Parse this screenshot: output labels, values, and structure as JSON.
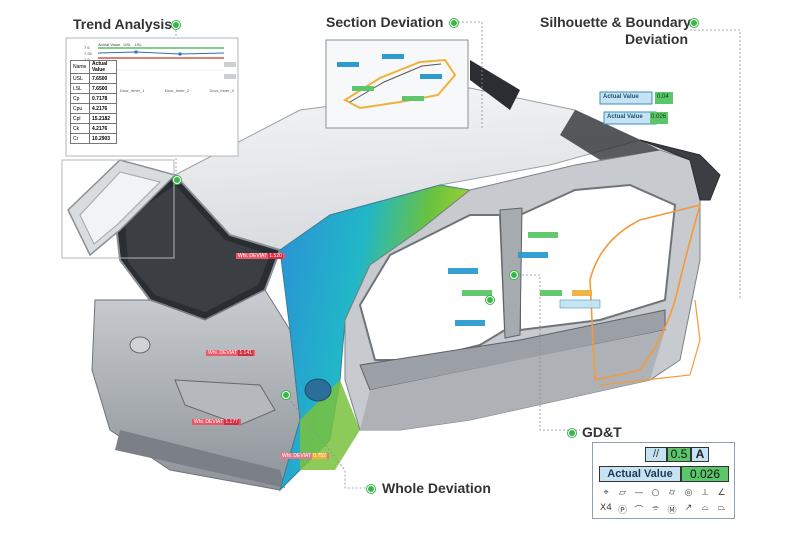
{
  "titles": {
    "trend": "Trend Analysis",
    "section": "Section Deviation",
    "silhouette_line1": "Silhouette & Boundary",
    "silhouette_line2": "Deviation",
    "gdt": "GD&T",
    "whole": "Whole Deviation"
  },
  "trend_chart": {
    "legend": [
      "Actual Value",
      "USL",
      "LSL"
    ],
    "y_labels": [
      "7.6",
      "7.55",
      "7.5"
    ],
    "x_labels": [
      "Door_Inner_1",
      "Door_Inner_2",
      "Door_Inner_3"
    ],
    "usl_color": "#3fae49",
    "lsl_color": "#c0392b",
    "table": [
      {
        "label": "Name",
        "value": "Actual Value"
      },
      {
        "label": "USL",
        "value": "7.6500"
      },
      {
        "label": "LSL",
        "value": "7.6500"
      },
      {
        "label": "Cp",
        "value": "0.7178"
      },
      {
        "label": "Cpu",
        "value": "4.2176"
      },
      {
        "label": "Cpl",
        "value": "15.2182"
      },
      {
        "label": "Ck",
        "value": "4.2176"
      },
      {
        "label": "Cr",
        "value": "10.2903"
      }
    ]
  },
  "gdt": {
    "symbol": "//",
    "tolerance": "0.5",
    "datum": "A",
    "actual_label": "Actual Value",
    "actual_value": "0.026",
    "symbols_row1": [
      "⌖",
      "⏥",
      "—",
      "○",
      "⌭",
      "◎",
      "⟂",
      "∠"
    ],
    "symbols_row2": [
      "X4",
      "Ⓟ",
      "⌒",
      "⌯",
      "Ⓜ",
      "↗",
      "⌓",
      "⏢"
    ],
    "colors": {
      "header": "#c5e3f2",
      "value": "#5cc66a",
      "border": "#8fa0b0"
    }
  },
  "silhouette_tags": {
    "actual_label": "Actual Value",
    "values": [
      "0.04",
      "0.026"
    ]
  },
  "callouts": [
    {
      "label": "Whl. DEVIAT",
      "value": "1.520"
    },
    {
      "label": "Whl. DEVIAT",
      "value": "1.141"
    },
    {
      "label": "Whl. DEVIAT",
      "value": "1.177"
    },
    {
      "label": "Whl. DEVIAT",
      "value": "0.752"
    }
  ],
  "colors": {
    "accent": "#39b54a",
    "title": "#333333",
    "leader": "#39b54a"
  }
}
